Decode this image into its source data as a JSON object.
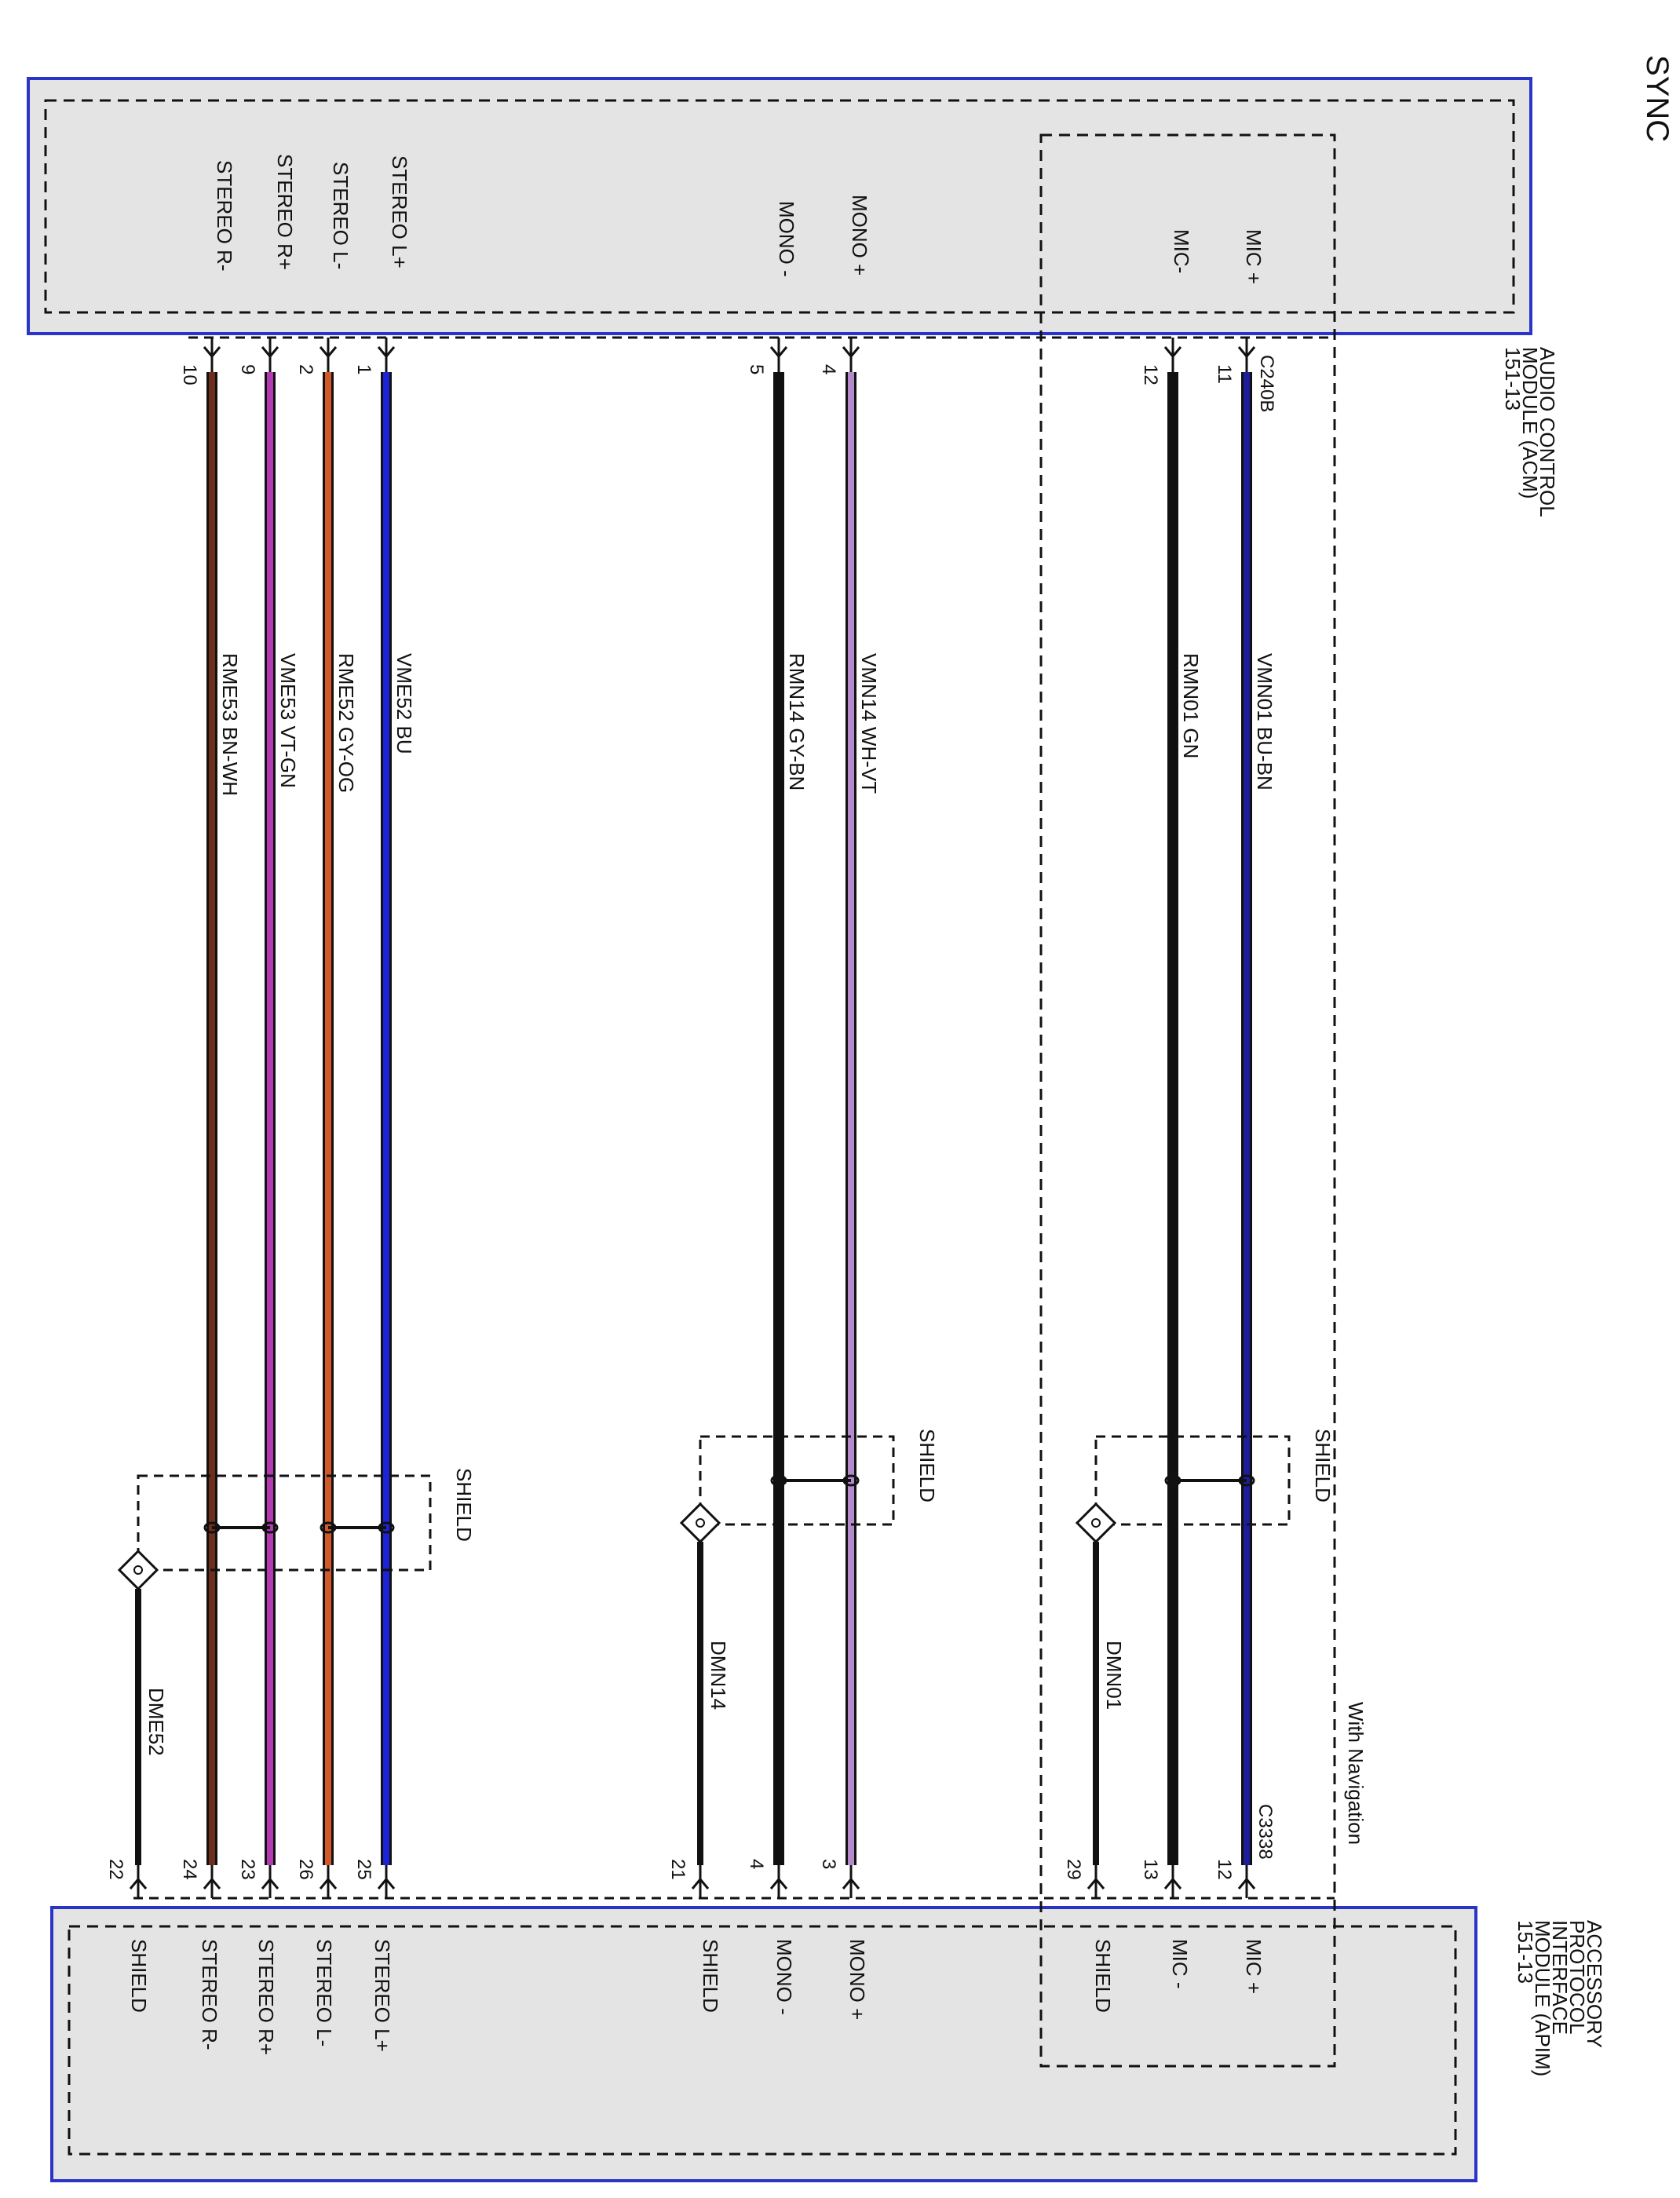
{
  "page_title": "SYNC",
  "colors": {
    "module_fill": "#e4e4e4",
    "module_border": "#2b34c8",
    "wire_BU": "#1c24d8",
    "wire_BU-BN": "#1e1e9a",
    "wire_GN": "#101010",
    "wire_WH-VT": "#b48acb",
    "wire_GY-BN": "#101010",
    "wire_GY-OG": "#d25a2a",
    "wire_VT-GN": "#b43ab4",
    "wire_BN-WH": "#6e2e1c"
  },
  "acm": {
    "name_lines": [
      "AUDIO CONTROL",
      "MODULE (ACM)",
      "151-13"
    ],
    "connector": "C240B",
    "terminals": [
      "STEREO R-",
      "STEREO R+",
      "STEREO L-",
      "STEREO L+",
      "MONO -",
      "MONO +",
      "MIC-",
      "MIC +"
    ]
  },
  "apim": {
    "name_lines": [
      "ACCESSORY",
      "PROTOCOL",
      "INTERFACE",
      "MODULE (APIM)",
      "151-13"
    ],
    "connector": "C3338",
    "terminals": [
      "SHIELD",
      "STEREO R-",
      "STEREO R+",
      "STEREO L-",
      "STEREO L+",
      "SHIELD",
      "MONO -",
      "MONO +",
      "SHIELD",
      "MIC -",
      "MIC +"
    ]
  },
  "wires": [
    {
      "circuit": "RME53",
      "color": "BN-WH",
      "acm_pin": "10",
      "apim_pin": "24"
    },
    {
      "circuit": "VME53",
      "color": "VT-GN",
      "acm_pin": "9",
      "apim_pin": "23"
    },
    {
      "circuit": "RME52",
      "color": "GY-OG",
      "acm_pin": "2",
      "apim_pin": "26"
    },
    {
      "circuit": "VME52",
      "color": "BU",
      "acm_pin": "1",
      "apim_pin": "25"
    },
    {
      "circuit": "RMN14",
      "color": "GY-BN",
      "acm_pin": "5",
      "apim_pin": "4"
    },
    {
      "circuit": "VMN14",
      "color": "WH-VT",
      "acm_pin": "4",
      "apim_pin": "3"
    },
    {
      "circuit": "RMN01",
      "color": "GN",
      "acm_pin": "12",
      "apim_pin": "13"
    },
    {
      "circuit": "VMN01",
      "color": "BU-BN",
      "acm_pin": "11",
      "apim_pin": "12"
    }
  ],
  "drains": [
    {
      "circuit": "DME52",
      "apim_pin": "22"
    },
    {
      "circuit": "DMN14",
      "apim_pin": "21"
    },
    {
      "circuit": "DMN01",
      "apim_pin": "29"
    }
  ],
  "shield_label": "SHIELD",
  "option_label": "With Navigation"
}
